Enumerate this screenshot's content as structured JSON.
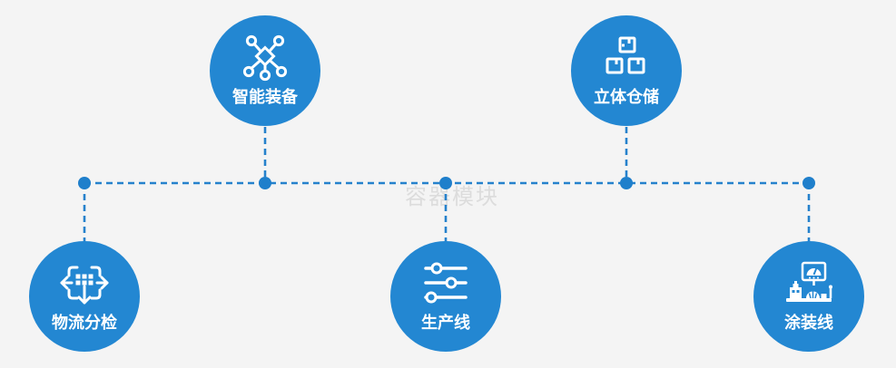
{
  "canvas": {
    "background_color": "#f4f4f4",
    "node_blue": "#2387d2",
    "connector_blue": "#2581cc",
    "watermark_color": "#dcdcdc",
    "icon_and_label_color": "#ffffff"
  },
  "watermark": {
    "text": "容器模块"
  },
  "nodes": [
    {
      "label": "智能装备",
      "icon": "network-molecule-icon",
      "position": "top-left"
    },
    {
      "label": "立体仓储",
      "icon": "stacked-boxes-icon",
      "position": "top-right"
    },
    {
      "label": "物流分检",
      "icon": "sort-dispatch-icon",
      "position": "bottom-left"
    },
    {
      "label": "生产线",
      "icon": "sliders-icon",
      "position": "bottom-center"
    },
    {
      "label": "涂装线",
      "icon": "coating-machine-icon",
      "position": "bottom-right"
    }
  ],
  "connector": {
    "style": "dashed",
    "junction_count": "5"
  }
}
